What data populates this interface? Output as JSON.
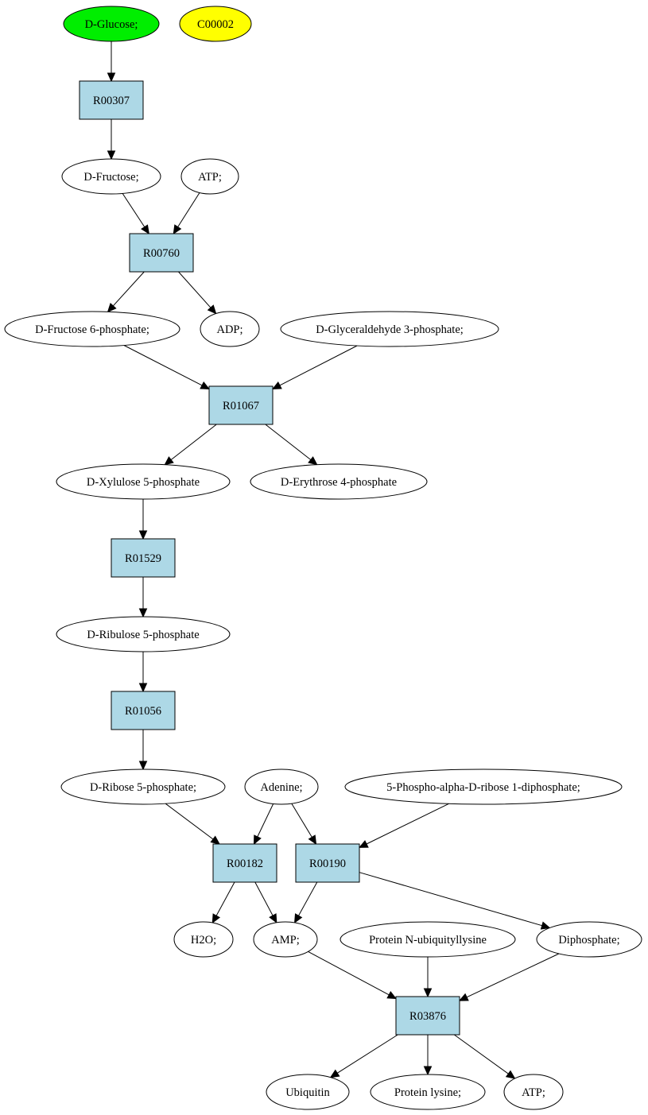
{
  "colors": {
    "start_fill": "#00ee00",
    "target_fill": "#ffff00",
    "reaction_fill": "#add8e6",
    "compound_fill": "#ffffff"
  },
  "nodes": {
    "d_glucose": {
      "label": "D-Glucose;",
      "shape": "ellipse",
      "role": "start"
    },
    "c00002": {
      "label": "C00002",
      "shape": "ellipse",
      "role": "target"
    },
    "r00307": {
      "label": "R00307",
      "shape": "box",
      "role": "reaction"
    },
    "d_fructose": {
      "label": "D-Fructose;",
      "shape": "ellipse",
      "role": "compound"
    },
    "atp_1": {
      "label": "ATP;",
      "shape": "ellipse",
      "role": "compound"
    },
    "r00760": {
      "label": "R00760",
      "shape": "box",
      "role": "reaction"
    },
    "d_fructose_6p": {
      "label": "D-Fructose 6-phosphate;",
      "shape": "ellipse",
      "role": "compound"
    },
    "adp": {
      "label": "ADP;",
      "shape": "ellipse",
      "role": "compound"
    },
    "d_glyceraldehyde_3p": {
      "label": "D-Glyceraldehyde 3-phosphate;",
      "shape": "ellipse",
      "role": "compound"
    },
    "r01067": {
      "label": "R01067",
      "shape": "box",
      "role": "reaction"
    },
    "d_xylulose_5p": {
      "label": "D-Xylulose 5-phosphate",
      "shape": "ellipse",
      "role": "compound"
    },
    "d_erythrose_4p": {
      "label": "D-Erythrose 4-phosphate",
      "shape": "ellipse",
      "role": "compound"
    },
    "r01529": {
      "label": "R01529",
      "shape": "box",
      "role": "reaction"
    },
    "d_ribulose_5p": {
      "label": "D-Ribulose 5-phosphate",
      "shape": "ellipse",
      "role": "compound"
    },
    "r01056": {
      "label": "R01056",
      "shape": "box",
      "role": "reaction"
    },
    "d_ribose_5p": {
      "label": "D-Ribose 5-phosphate;",
      "shape": "ellipse",
      "role": "compound"
    },
    "adenine": {
      "label": "Adenine;",
      "shape": "ellipse",
      "role": "compound"
    },
    "prpp": {
      "label": "5-Phospho-alpha-D-ribose 1-diphosphate;",
      "shape": "ellipse",
      "role": "compound"
    },
    "r00182": {
      "label": "R00182",
      "shape": "box",
      "role": "reaction"
    },
    "r00190": {
      "label": "R00190",
      "shape": "box",
      "role": "reaction"
    },
    "h2o": {
      "label": "H2O;",
      "shape": "ellipse",
      "role": "compound"
    },
    "amp": {
      "label": "AMP;",
      "shape": "ellipse",
      "role": "compound"
    },
    "protein_n_ubiquityllysine": {
      "label": "Protein N-ubiquityllysine",
      "shape": "ellipse",
      "role": "compound"
    },
    "diphosphate": {
      "label": "Diphosphate;",
      "shape": "ellipse",
      "role": "compound"
    },
    "r03876": {
      "label": "R03876",
      "shape": "box",
      "role": "reaction"
    },
    "ubiquitin": {
      "label": "Ubiquitin",
      "shape": "ellipse",
      "role": "compound"
    },
    "protein_lysine": {
      "label": "Protein lysine;",
      "shape": "ellipse",
      "role": "compound"
    },
    "atp_2": {
      "label": "ATP;",
      "shape": "ellipse",
      "role": "compound"
    }
  },
  "edges": [
    {
      "from": "d_glucose",
      "to": "r00307"
    },
    {
      "from": "r00307",
      "to": "d_fructose"
    },
    {
      "from": "d_fructose",
      "to": "r00760"
    },
    {
      "from": "atp_1",
      "to": "r00760"
    },
    {
      "from": "r00760",
      "to": "d_fructose_6p"
    },
    {
      "from": "r00760",
      "to": "adp"
    },
    {
      "from": "d_fructose_6p",
      "to": "r01067"
    },
    {
      "from": "d_glyceraldehyde_3p",
      "to": "r01067"
    },
    {
      "from": "r01067",
      "to": "d_xylulose_5p"
    },
    {
      "from": "r01067",
      "to": "d_erythrose_4p"
    },
    {
      "from": "d_xylulose_5p",
      "to": "r01529"
    },
    {
      "from": "r01529",
      "to": "d_ribulose_5p"
    },
    {
      "from": "d_ribulose_5p",
      "to": "r01056"
    },
    {
      "from": "r01056",
      "to": "d_ribose_5p"
    },
    {
      "from": "d_ribose_5p",
      "to": "r00182"
    },
    {
      "from": "adenine",
      "to": "r00182"
    },
    {
      "from": "adenine",
      "to": "r00190"
    },
    {
      "from": "prpp",
      "to": "r00190"
    },
    {
      "from": "r00182",
      "to": "h2o"
    },
    {
      "from": "r00182",
      "to": "amp"
    },
    {
      "from": "r00190",
      "to": "amp"
    },
    {
      "from": "r00190",
      "to": "diphosphate"
    },
    {
      "from": "amp",
      "to": "r03876"
    },
    {
      "from": "protein_n_ubiquityllysine",
      "to": "r03876"
    },
    {
      "from": "diphosphate",
      "to": "r03876"
    },
    {
      "from": "r03876",
      "to": "ubiquitin"
    },
    {
      "from": "r03876",
      "to": "protein_lysine"
    },
    {
      "from": "r03876",
      "to": "atp_2"
    }
  ]
}
